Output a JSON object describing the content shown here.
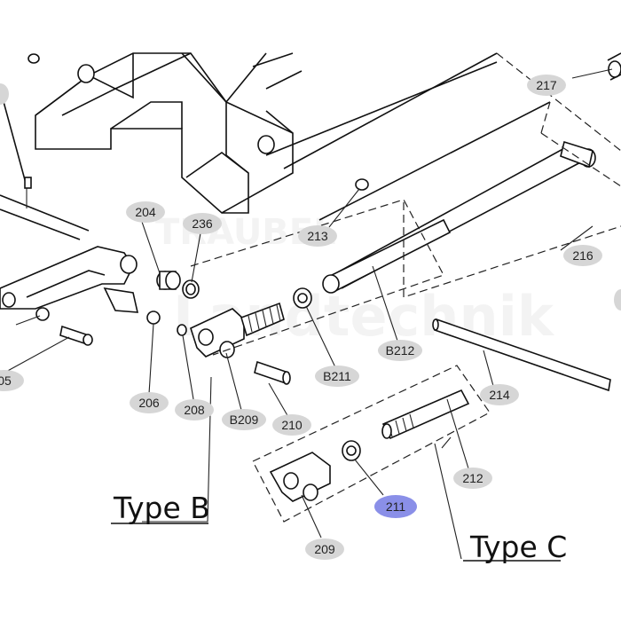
{
  "watermark": {
    "line1": "TRAUBEL",
    "line2": "Landtechnik"
  },
  "type_labels": {
    "type_b": "Type B",
    "type_c": "Type C"
  },
  "part_labels": {
    "p204": "204",
    "p236": "236",
    "p213": "213",
    "p217": "217",
    "p216": "216",
    "p206": "206",
    "p208": "208",
    "p209b": "B209",
    "p210": "210",
    "p211b": "B211",
    "p212b": "B212",
    "p214": "214",
    "p212": "212",
    "p211": "211",
    "p209": "209",
    "p205": "05"
  },
  "selected_part": "211",
  "colors": {
    "label_bg": "#d6d6d6",
    "selected_bg": "#8a8fe8",
    "line": "#111111"
  }
}
